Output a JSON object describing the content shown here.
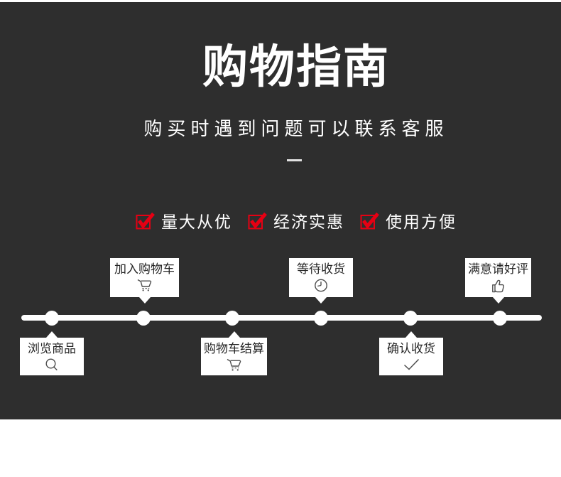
{
  "colors": {
    "panel_bg": "#2e2e2e",
    "accent_red": "#e60013",
    "text_light": "#ffffff",
    "card_bg": "#ffffff",
    "card_text": "#262626",
    "icon_stroke": "#4d4d4d",
    "divider": "#e2e2e2"
  },
  "header": {
    "title": "购物指南",
    "subtitle": "购买时遇到问题可以联系客服"
  },
  "features": {
    "items": [
      {
        "label": "量大从优",
        "icon": "red-checkbox-icon"
      },
      {
        "label": "经济实惠",
        "icon": "red-checkbox-icon"
      },
      {
        "label": "使用方便",
        "icon": "red-checkbox-icon"
      }
    ]
  },
  "timeline": {
    "steps": [
      {
        "label": "浏览商品",
        "icon": "search-icon",
        "placement": "below"
      },
      {
        "label": "加入购物车",
        "icon": "cart-icon",
        "placement": "above"
      },
      {
        "label": "购物车结算",
        "icon": "cart-icon",
        "placement": "below"
      },
      {
        "label": "等待收货",
        "icon": "clock-icon",
        "placement": "above"
      },
      {
        "label": "确认收货",
        "icon": "check-icon",
        "placement": "below"
      },
      {
        "label": "满意请好评",
        "icon": "thumbs-up-icon",
        "placement": "above"
      }
    ]
  }
}
